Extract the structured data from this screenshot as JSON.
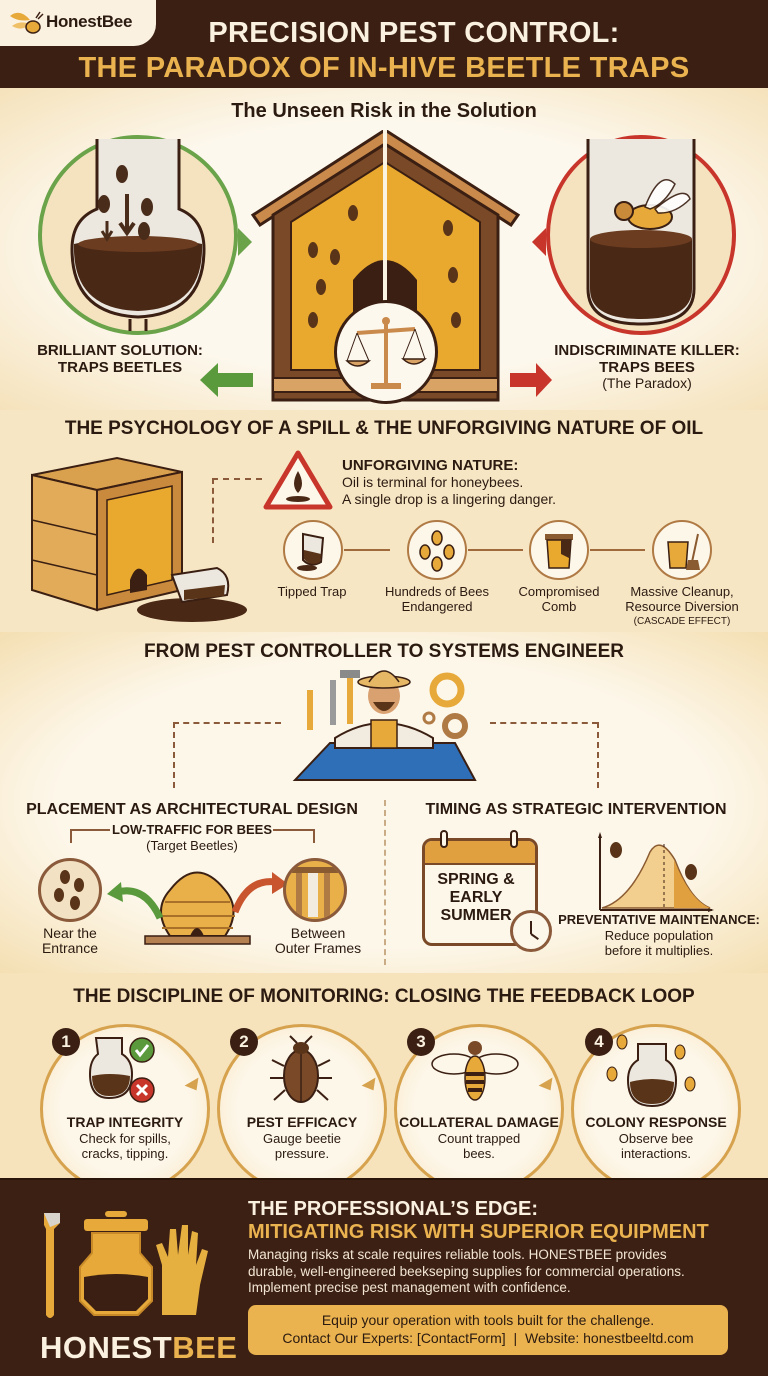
{
  "header": {
    "logo_text": "HonestBee",
    "title_line1": "PRECISION PEST CONTROL:",
    "title_line2": "THE PARADOX OF IN-HIVE BEETLE TRAPS"
  },
  "section1": {
    "title": "The Unseen Risk in the Solution",
    "left_label_line1": "BRILLIANT SOLUTION:",
    "left_label_line2": "TRAPS BEETLES",
    "right_label_line1": "INDISCRIMINATE KILLER:",
    "right_label_line2": "TRAPS BEES",
    "right_label_note": "(The Paradox)",
    "icons": [
      "beetle-trap-icon",
      "hive-house-icon",
      "balance-scale-icon",
      "bee-trap-icon"
    ]
  },
  "section2": {
    "title": "THE PSYCHOLOGY OF A SPILL & THE UNFORGIVING NATURE OF OIL",
    "warning_title": "UNFORGIVING NATURE:",
    "warning_line1": "Oil is terminal for honeybees.",
    "warning_line2": "A single drop is a lingering danger.",
    "steps": [
      {
        "icon": "tipped-trap-icon",
        "line1": "Tipped Trap",
        "line2": ""
      },
      {
        "icon": "bees-icon",
        "line1": "Hundreds of Bees",
        "line2": "Endangered"
      },
      {
        "icon": "comb-icon",
        "line1": "Compromised",
        "line2": "Comb"
      },
      {
        "icon": "cleanup-icon",
        "line1": "Massive Cleanup,",
        "line2": "Resource Diversion"
      }
    ],
    "cascade_note": "(CASCADE EFFECT)"
  },
  "section3": {
    "title": "FROM PEST CONTROLLER TO SYSTEMS ENGINEER",
    "placement": {
      "title": "PLACEMENT AS ARCHITECTURAL DESIGN",
      "subtitle": "LOW-TRAFFIC FOR BEES",
      "note": "(Target Beetles)",
      "left_line1": "Near the",
      "left_line2": "Entrance",
      "right_line1": "Between",
      "right_line2": "Outer Frames"
    },
    "timing": {
      "title": "TIMING AS STRATEGIC INTERVENTION",
      "calendar_line1": "SPRING &",
      "calendar_line2": "EARLY",
      "calendar_line3": "SUMMER",
      "maint_title": "PREVENTATIVE MAINTENANCE:",
      "maint_line1": "Reduce population",
      "maint_line2": "before it multiplies."
    }
  },
  "section4": {
    "title": "THE DISCIPLINE OF MONITORING: CLOSING THE FEEDBACK LOOP",
    "steps": [
      {
        "num": "1",
        "title": "TRAP INTEGRITY",
        "line1": "Check for spills,",
        "line2": "cracks, tipping."
      },
      {
        "num": "2",
        "title": "PEST EFFICACY",
        "line1": "Gauge beetie",
        "line2": "pressure."
      },
      {
        "num": "3",
        "title": "COLLATERAL DAMAGE",
        "line1": "Count trapped",
        "line2": "bees."
      },
      {
        "num": "4",
        "title": "COLONY RESPONSE",
        "line1": "Observe bee",
        "line2": "interactions."
      }
    ]
  },
  "footer": {
    "brand_white": "HONEST",
    "brand_gold": "BEE",
    "title_line1": "THE PROFESSIONAL’S EDGE:",
    "title_line2": "MITIGATING RISK WITH SUPERIOR EQUIPMENT",
    "body_line1": "Managing risks at scale requires reliable tools. HONESTBEE provides",
    "body_line2": "durable, well-engineered beekseping supplies for commercial operations.",
    "body_line3": "Implement precise pest management with confidence.",
    "cta_line1": "Equip your operation with tools built for the challenge.",
    "cta_contact": "Contact Our Experts: [ContactForm]",
    "cta_sep": "|",
    "cta_website": "Website: honestbeeltd.com"
  },
  "colors": {
    "dark_brown": "#3a1f12",
    "gold": "#eab34f",
    "cream": "#fbf1e1",
    "green": "#5a9a3c",
    "red": "#c8352b"
  }
}
